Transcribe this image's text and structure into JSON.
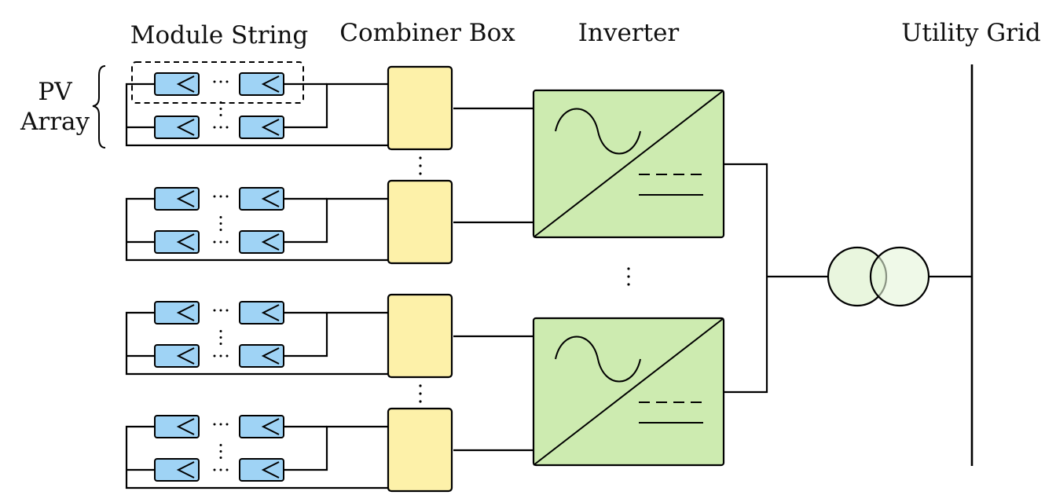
{
  "headers": {
    "module_string": "Module String",
    "combiner_box": "Combiner Box",
    "inverter": "Inverter",
    "utility_grid": "Utility Grid"
  },
  "pv_array_label": {
    "line1": "PV",
    "line2": "Array"
  },
  "icons": {
    "pv_module": "pv-module-icon",
    "combiner_box": "combiner-box-icon",
    "inverter": "inverter-dc-ac-icon",
    "transformer": "transformer-icon",
    "grid_bus": "busbar-icon"
  },
  "colors": {
    "pv_module_fill": "#9fd3f5",
    "combiner_fill": "#fdf1a9",
    "inverter_fill": "#cdebb0",
    "transformer_fill": "#e5f5d8",
    "line": "#000000"
  },
  "structure": {
    "string_groups": 4,
    "strings_per_group": 2,
    "combiner_boxes": 4,
    "inverters": 2
  }
}
